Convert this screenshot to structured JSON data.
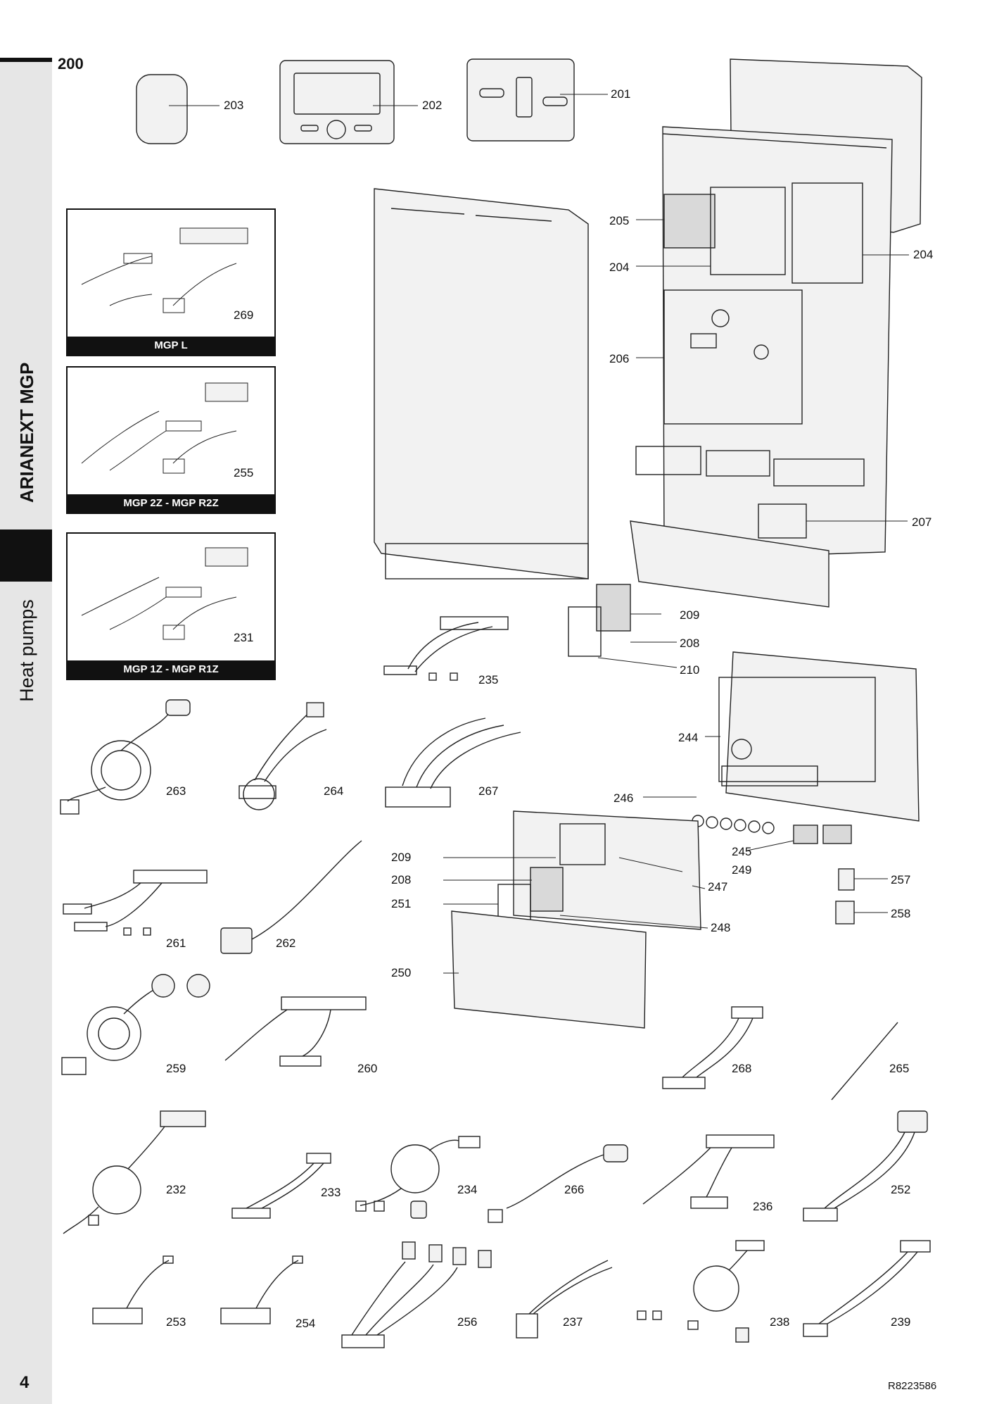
{
  "header": {
    "section_number": "200",
    "series": "ARIANEXT MGP",
    "section": "Heat pumps"
  },
  "footer": {
    "page_number": "4",
    "document_code": "R8223586"
  },
  "kits": [
    {
      "part": "269",
      "label": "MGP L"
    },
    {
      "part": "255",
      "label": "MGP 2Z - MGP R2Z"
    },
    {
      "part": "231",
      "label": "MGP 1Z - MGP R1Z"
    }
  ],
  "callouts": {
    "p203": "203",
    "p202": "202",
    "p201": "201",
    "p205": "205",
    "p204a": "204",
    "p204b": "204",
    "p206": "206",
    "p207": "207",
    "p209a": "209",
    "p208a": "208",
    "p210": "210",
    "p235": "235",
    "p244": "244",
    "p246": "246",
    "p245": "245",
    "p249": "249",
    "p247": "247",
    "p248": "248",
    "p209b": "209",
    "p208b": "208",
    "p251": "251",
    "p250": "250",
    "p257": "257",
    "p258": "258",
    "p263": "263",
    "p264": "264",
    "p267": "267",
    "p261": "261",
    "p262": "262",
    "p259": "259",
    "p260": "260",
    "p268": "268",
    "p265": "265",
    "p232": "232",
    "p233": "233",
    "p234": "234",
    "p266": "266",
    "p236": "236",
    "p252": "252",
    "p253": "253",
    "p254": "254",
    "p256": "256",
    "p237": "237",
    "p238": "238",
    "p239": "239"
  }
}
